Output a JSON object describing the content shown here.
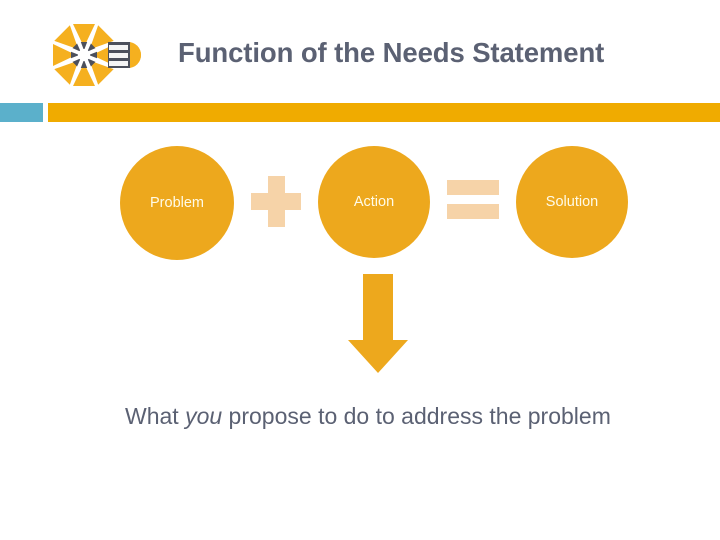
{
  "slide": {
    "title": "Function of the Needs Statement",
    "background_color": "#ffffff"
  },
  "logo": {
    "name": "sunburst-pencil-logo",
    "burst_color": "#f5b01f",
    "pencil_body_color": "#4c505c",
    "pencil_tip_color": "#f5b01f",
    "spoke_count": 8
  },
  "divider": {
    "teal_color": "#5bb0cb",
    "orange_color": "#f0ab00"
  },
  "diagram": {
    "circles": [
      {
        "id": "problem",
        "label": "Problem",
        "fill": "#eda81d",
        "text_color": "#fffbe8"
      },
      {
        "id": "action",
        "label": "Action",
        "fill": "#eda81d",
        "text_color": "#fffbe8"
      },
      {
        "id": "solution",
        "label": "Solution",
        "fill": "#eda81d",
        "text_color": "#fffbe8"
      }
    ],
    "operators": [
      {
        "id": "plus",
        "glyph": "+",
        "color": "#f6d3a8"
      },
      {
        "id": "equals",
        "glyph": "=",
        "color": "#f6d3a8"
      }
    ],
    "arrow": {
      "direction": "down",
      "color": "#eda81d"
    }
  },
  "caption": {
    "before": "What ",
    "emphasis": "you",
    "after": " propose to do to address the problem",
    "text_color": "#5b6173"
  }
}
